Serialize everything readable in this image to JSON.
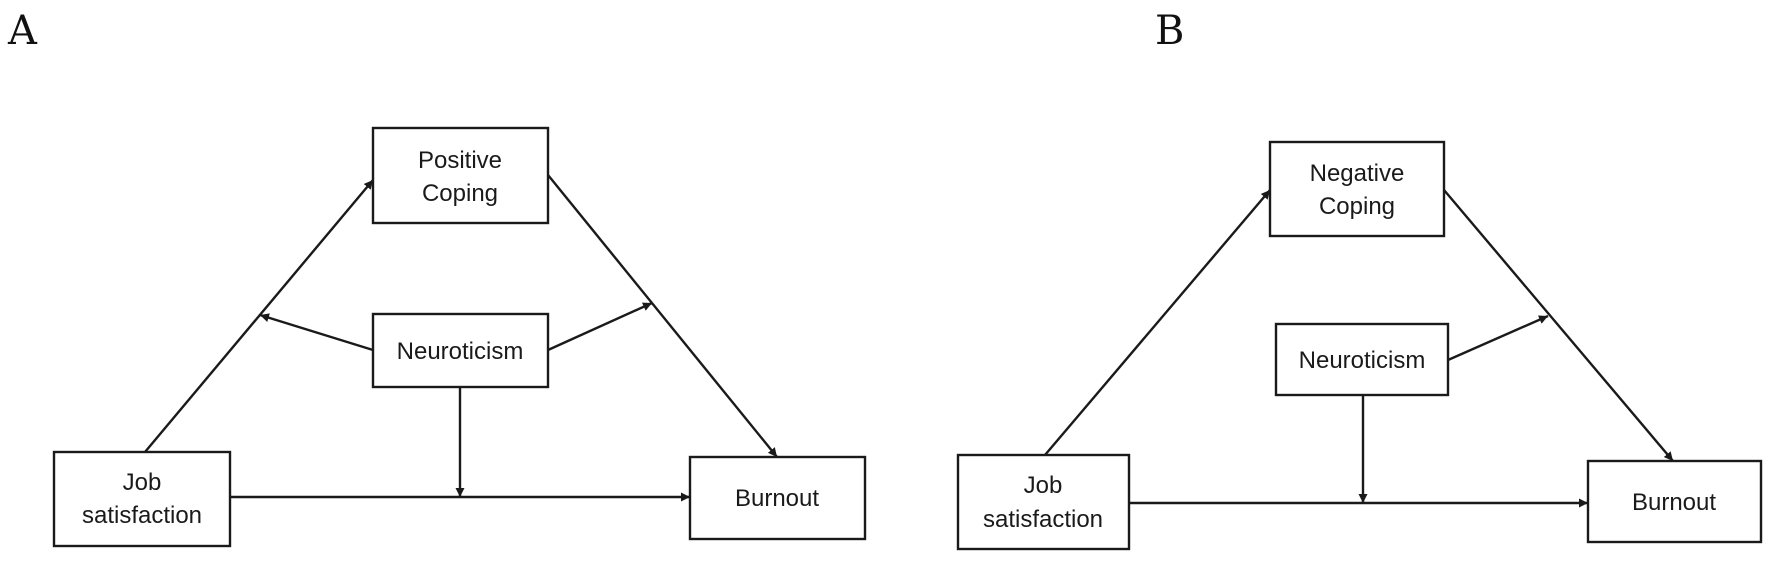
{
  "panels": {
    "a": {
      "letter": "A",
      "nodes": {
        "coping": [
          "Positive",
          "Coping"
        ],
        "neuroticism": [
          "Neuroticism"
        ],
        "job": [
          "Job",
          "satisfaction"
        ],
        "burnout": [
          "Burnout"
        ]
      }
    },
    "b": {
      "letter": "B",
      "nodes": {
        "coping": [
          "Negative",
          "Coping"
        ],
        "neuroticism": [
          "Neuroticism"
        ],
        "job": [
          "Job",
          "satisfaction"
        ],
        "burnout": [
          "Burnout"
        ]
      }
    }
  },
  "colors": {
    "stroke": "#1a1a1a",
    "background": "#ffffff"
  }
}
